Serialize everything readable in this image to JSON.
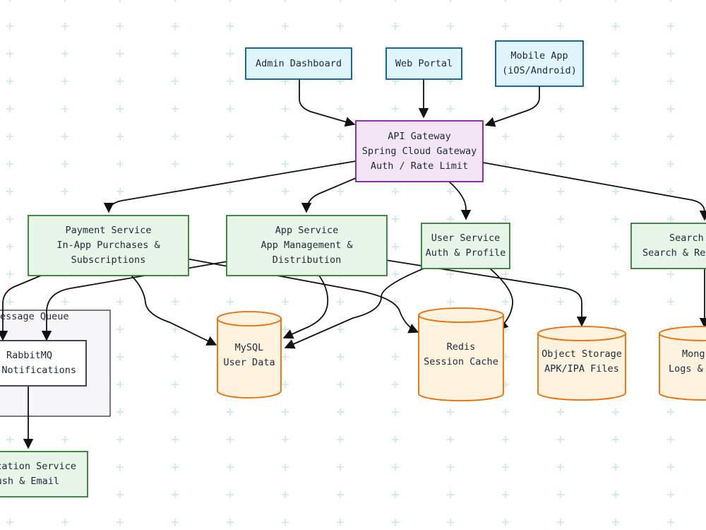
{
  "diagram": {
    "clients": {
      "admin": {
        "line1": "Admin Dashboard"
      },
      "web": {
        "line1": "Web Portal"
      },
      "mobile": {
        "line1": "Mobile App",
        "line2": "(iOS/Android)"
      }
    },
    "gateway": {
      "line1": "API Gateway",
      "line2": "Spring Cloud Gateway",
      "line3": "Auth / Rate Limit"
    },
    "services": {
      "payment": {
        "line1": "Payment Service",
        "line2": "In-App Purchases &",
        "line3": "Subscriptions"
      },
      "app": {
        "line1": "App Service",
        "line2": "App Management &",
        "line3": "Distribution"
      },
      "user": {
        "line1": "User Service",
        "line2": "Auth & Profile"
      },
      "search": {
        "line1": "Search S",
        "line2": "Search & Reco"
      }
    },
    "message_queue": {
      "title": "essage Queue",
      "rabbitmq": {
        "line1": "RabbitMQ",
        "line2": "nc Notifications"
      }
    },
    "notification": {
      "line1": "fication Service",
      "line2": "Push & Email"
    },
    "stores": {
      "mysql": {
        "line1": "MySQL",
        "line2": "User Data"
      },
      "redis": {
        "line1": "Redis",
        "line2": "Session Cache"
      },
      "object_storage": {
        "line1": "Object Storage",
        "line2": "APK/IPA Files"
      },
      "mongo": {
        "line1": "Mong",
        "line2": "Logs & I"
      }
    },
    "colors": {
      "client_fill": "#e1f5fe",
      "client_stroke": "#01579b",
      "gateway_fill": "#f3e5f5",
      "gateway_stroke": "#7b1fa2",
      "service_fill": "#e8f5e9",
      "service_stroke": "#2e7d32",
      "store_fill": "#fff3e0",
      "store_stroke": "#ef6c00",
      "group_fill": "#f7f7fa",
      "group_stroke": "#333333",
      "arrow": "#111111",
      "grid": "#d2ecee"
    }
  }
}
